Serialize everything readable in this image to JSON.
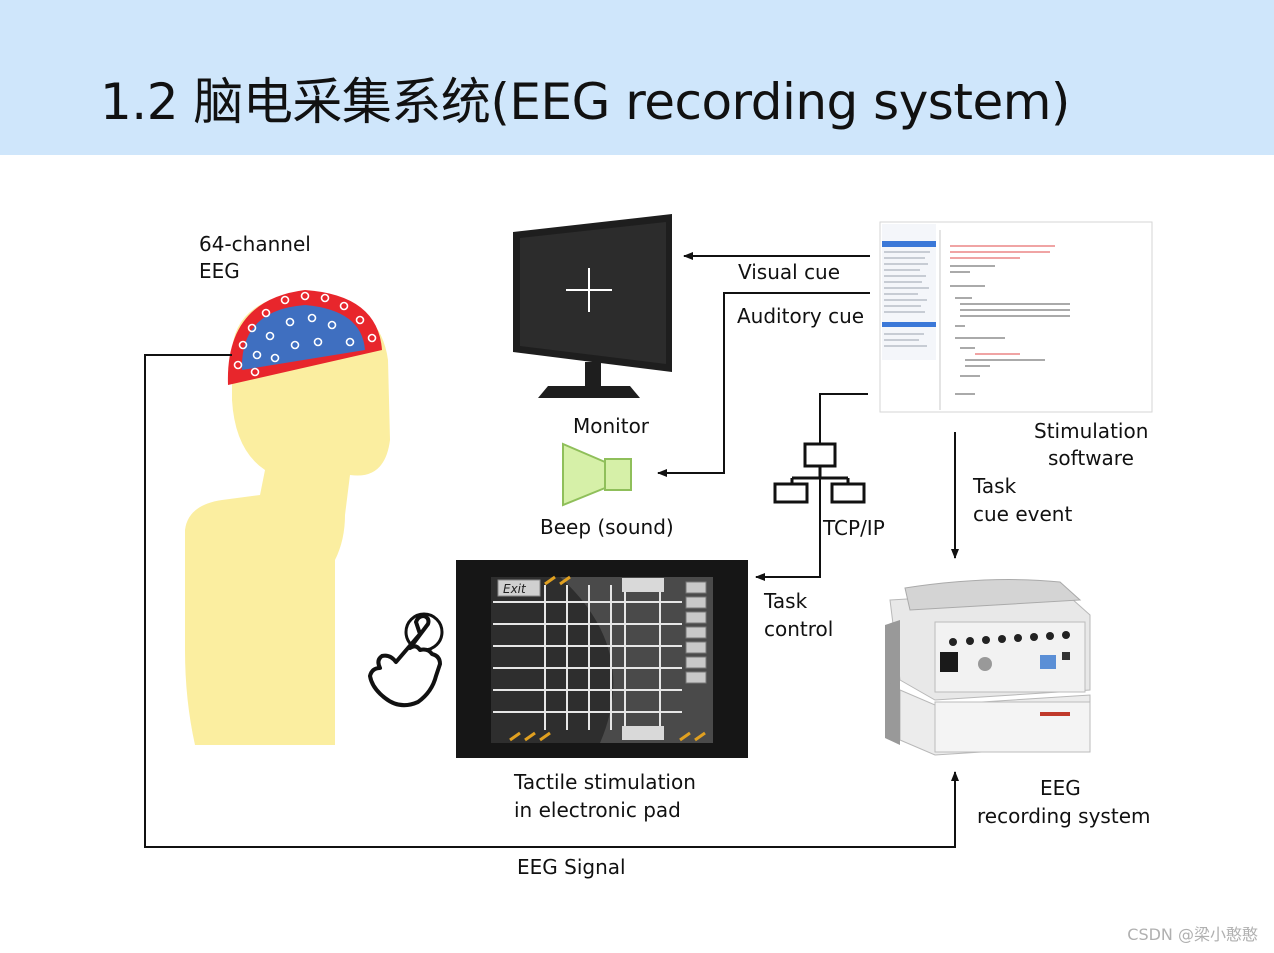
{
  "slide": {
    "title": "1.2 脑电采集系统(EEG recording system)"
  },
  "labels": {
    "eeg_cap": [
      "64-channel",
      "EEG"
    ],
    "visual_cue": "Visual cue",
    "auditory_cue": "Auditory cue",
    "monitor": "Monitor",
    "beep": "Beep (sound)",
    "tcpip": "TCP/IP",
    "stimulation_software": [
      "Stimulation",
      "software"
    ],
    "task_cue_event": [
      "Task",
      "cue event"
    ],
    "task_control": [
      "Task",
      "control"
    ],
    "tactile": [
      "Tactile stimulation",
      "in electronic pad"
    ],
    "eeg_recording": [
      "EEG",
      "recording system"
    ],
    "eeg_signal": "EEG Signal"
  },
  "pad": {
    "exit_label": "Exit"
  },
  "watermark": "CSDN @梁小憨憨",
  "colors": {
    "header_bg": "#cfe6fb",
    "cap_outer": "#e8262c",
    "cap_inner": "#3f6fc0",
    "body": "#fbeea0",
    "speaker": "#d6f0a8"
  }
}
